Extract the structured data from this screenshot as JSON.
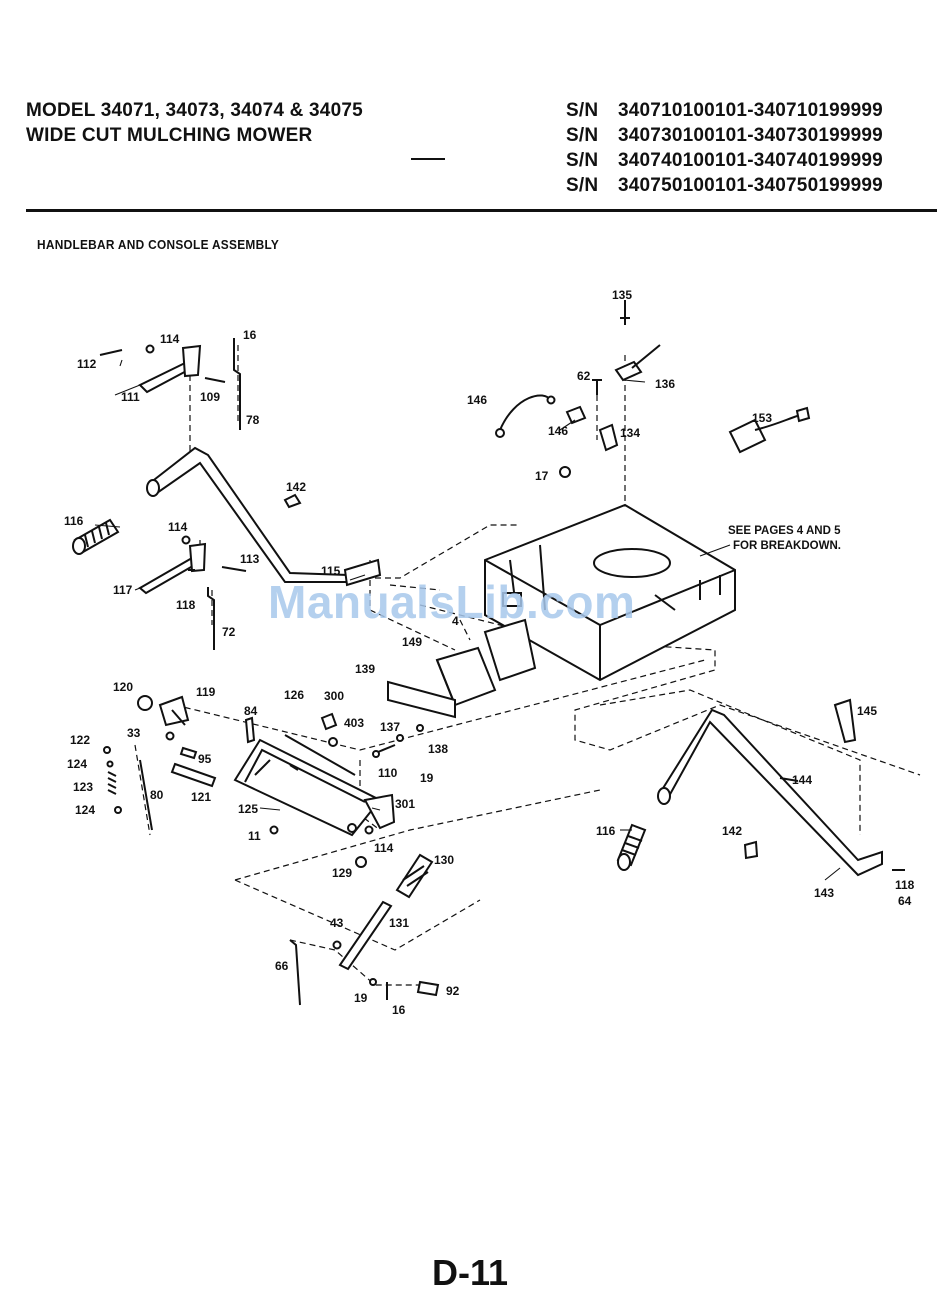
{
  "header": {
    "model_line": "MODEL 34071, 34073, 34074 & 34075",
    "product_line": "WIDE CUT MULCHING MOWER",
    "serials": [
      {
        "label": "S/N",
        "range": "340710100101-340710199999"
      },
      {
        "label": "S/N",
        "range": "340730100101-340730199999"
      },
      {
        "label": "S/N",
        "range": "340740100101-340740199999"
      },
      {
        "label": "S/N",
        "range": "340750100101-340750199999"
      }
    ]
  },
  "section_title": "HANDLEBAR AND CONSOLE ASSEMBLY",
  "note": {
    "line1": "SEE PAGES 4 AND 5",
    "line2": "FOR BREAKDOWN."
  },
  "watermark": "ManualsLib.com",
  "page_number": "D-11",
  "callouts": {
    "c135": "135",
    "c136": "136",
    "c62": "62",
    "c146a": "146",
    "c146b": "146",
    "c134": "134",
    "c153": "153",
    "c17": "17",
    "c112": "112",
    "c114a": "114",
    "c16a": "16",
    "c111": "111",
    "c109": "109",
    "c78": "78",
    "c142a": "142",
    "c116a": "116",
    "c114b": "114",
    "c113": "113",
    "c115": "115",
    "c117": "117",
    "c118a": "118",
    "c72": "72",
    "c4": "4",
    "c149": "149",
    "c139": "139",
    "c120": "120",
    "c119": "119",
    "c126": "126",
    "c300": "300",
    "c84": "84",
    "c403": "403",
    "c137": "137",
    "c138": "138",
    "c33": "33",
    "c122": "122",
    "c95": "95",
    "c124a": "124",
    "c123": "123",
    "c110": "110",
    "c19a": "19",
    "c80": "80",
    "c121": "121",
    "c124b": "124",
    "c125": "125",
    "c301": "301",
    "c11": "11",
    "c114c": "114",
    "c129": "129",
    "c130": "130",
    "c145": "145",
    "c144": "144",
    "c116b": "116",
    "c142b": "142",
    "c143": "143",
    "c118b": "118",
    "c64": "64",
    "c43": "43",
    "c131": "131",
    "c66": "66",
    "c19b": "19",
    "c16b": "16",
    "c92": "92"
  }
}
